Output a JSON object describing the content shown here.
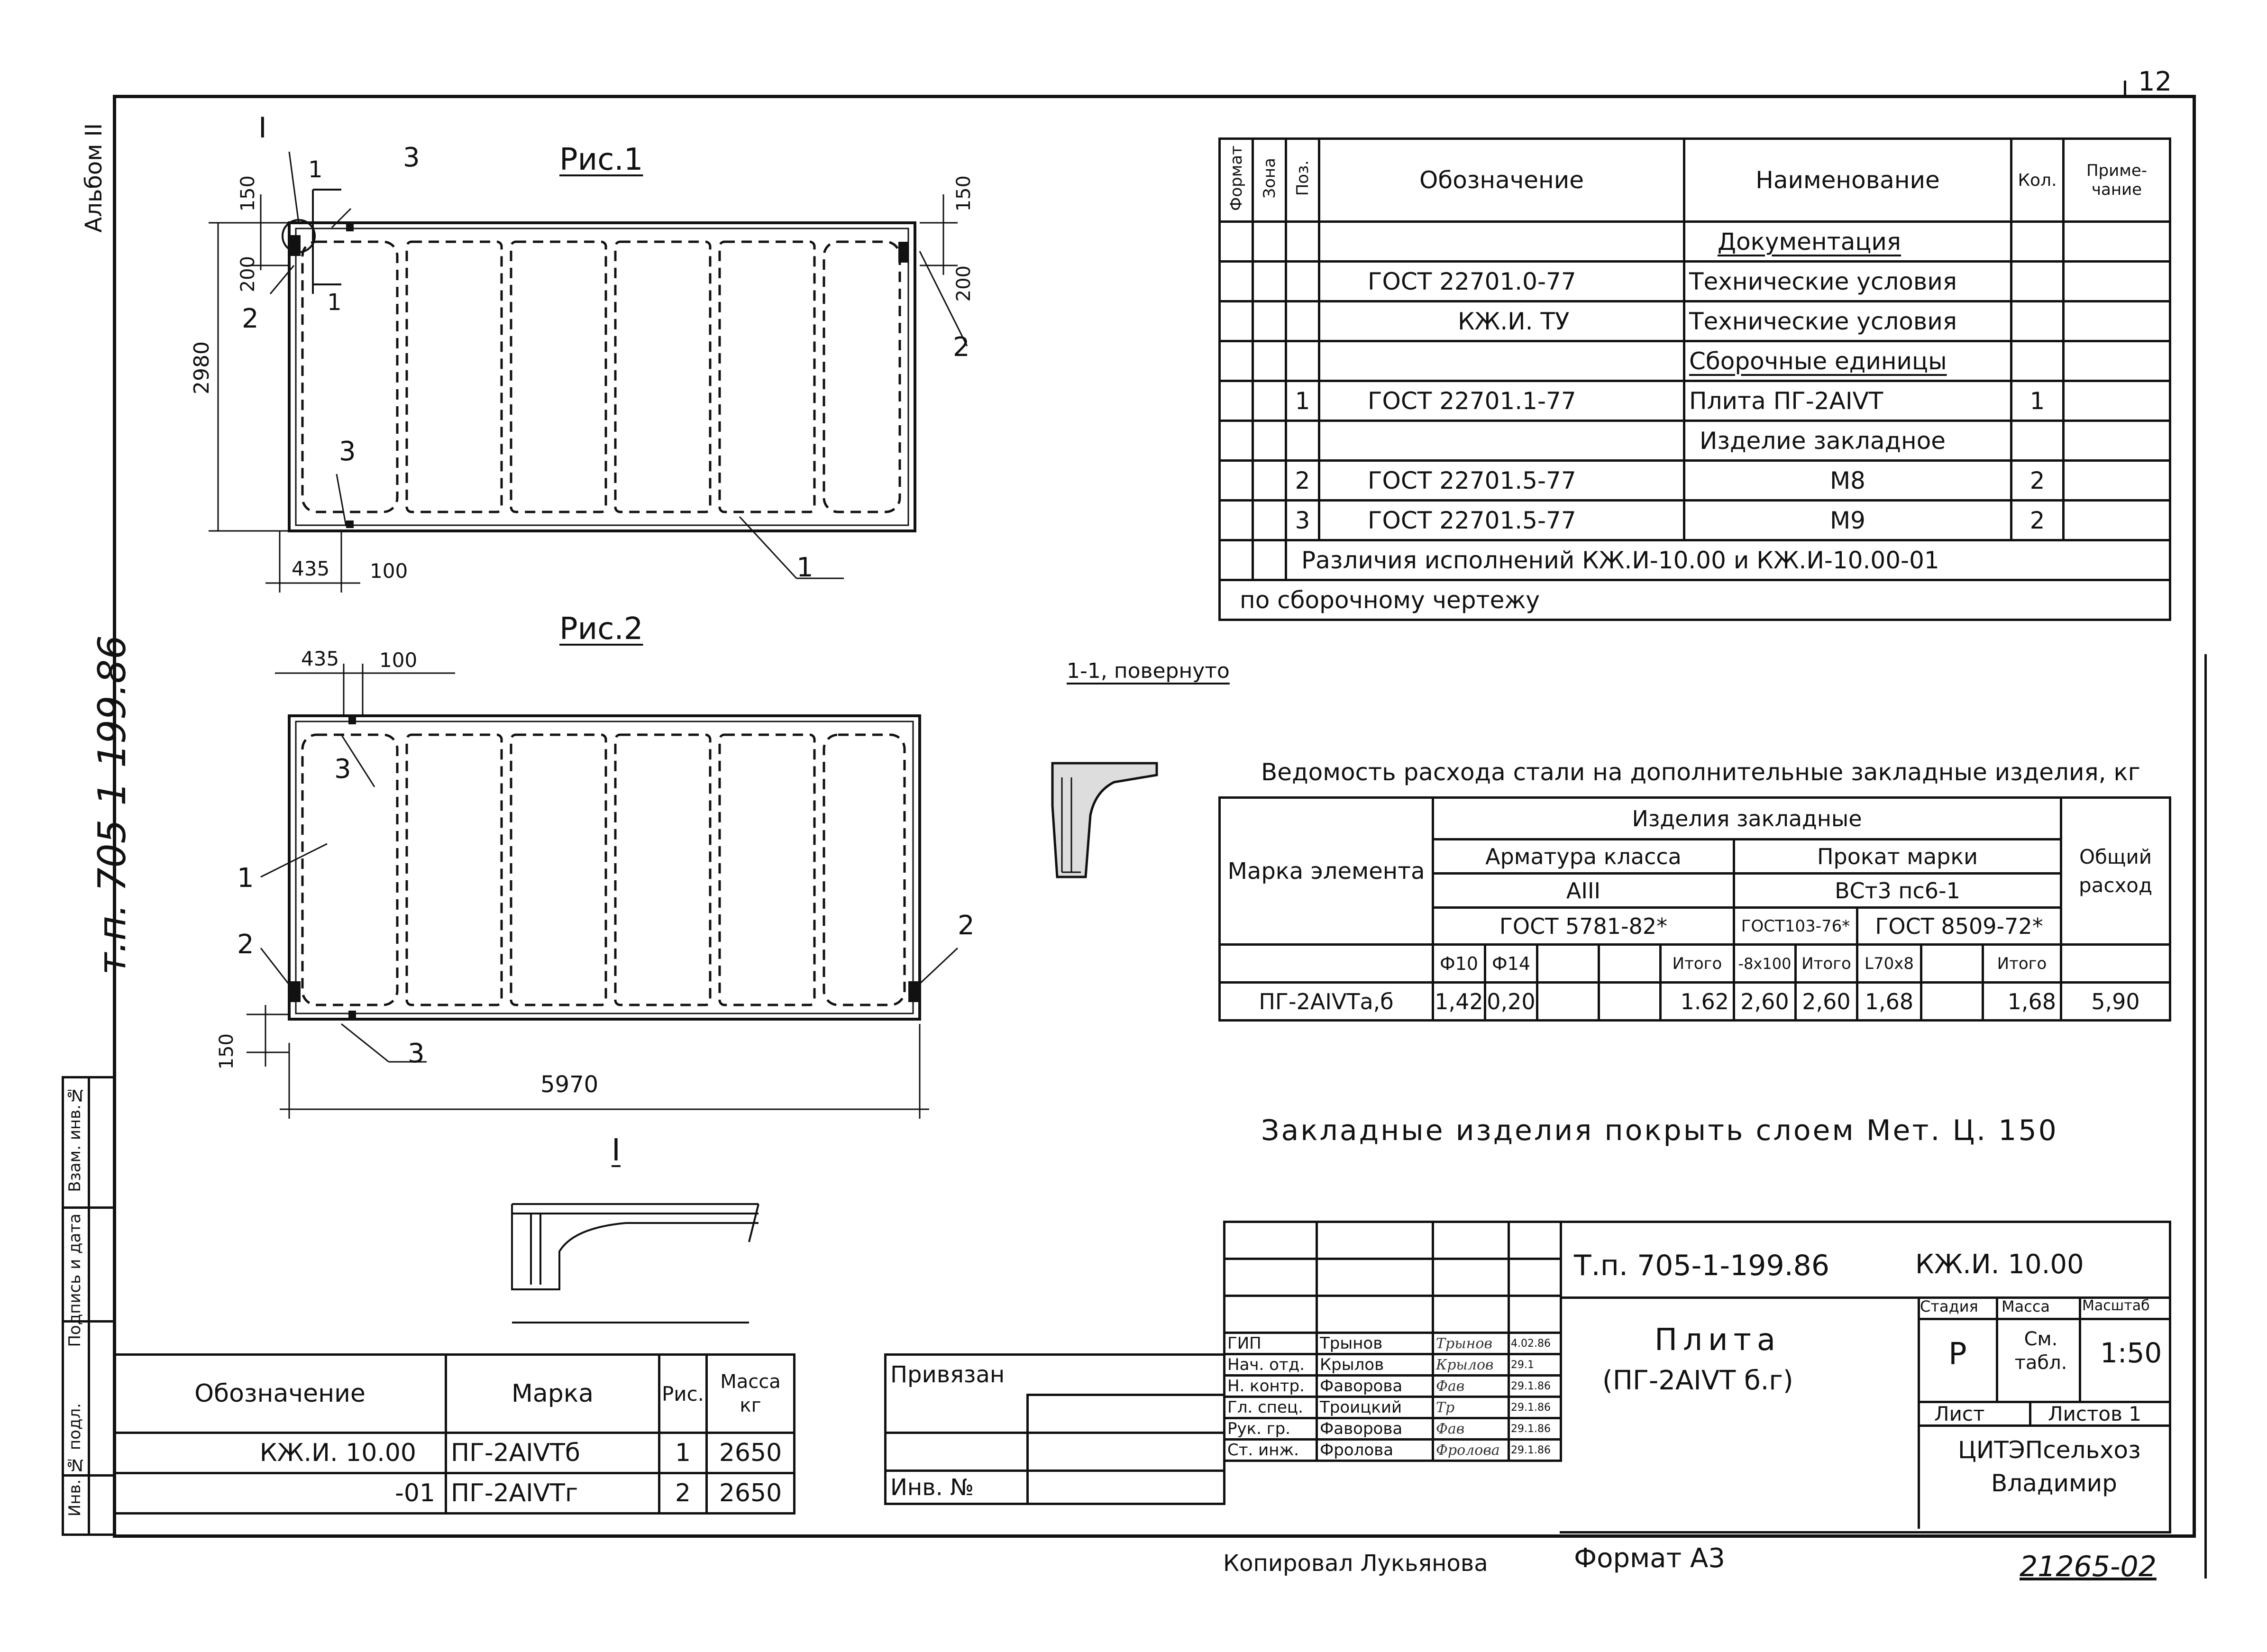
{
  "sheet": {
    "page_number": "12",
    "album_label": "Альбом II",
    "side_code": "т.п. 705-1-199.86",
    "copied_by": "Копировал Лукьянова",
    "format": "Формат А3",
    "stamp_number": "21265-02"
  },
  "figures": {
    "fig1_title": "Рис.1",
    "fig2_title": "Рис.2",
    "section_title": "1-1, повернуто",
    "detail_title": "I",
    "fig1_dims": {
      "d150": "150",
      "d200": "200",
      "d2980": "2980",
      "d435": "435",
      "d100": "100",
      "d150r": "150",
      "d200r": "200"
    },
    "fig1_marks": {
      "callout_I": "I",
      "cut_1a": "1",
      "cut_1b": "1",
      "pos3a": "3",
      "pos2a": "2",
      "pos2b": "2",
      "pos3b": "3",
      "pos1": "1"
    },
    "fig2_dims": {
      "d435": "435",
      "d100": "100",
      "d150": "150",
      "d5970": "5970"
    },
    "fig2_marks": {
      "pos3a": "3",
      "pos1": "1",
      "pos2a": "2",
      "pos2b": "2",
      "pos3b": "3"
    }
  },
  "spec_table": {
    "headers": {
      "format": "Формат",
      "zone": "Зона",
      "pos": "Поз.",
      "designation": "Обозначение",
      "name": "Наименование",
      "qty": "Кол.",
      "note": "Приме-чание"
    },
    "rows": [
      {
        "pos": "",
        "designation": "",
        "name": "Документация",
        "qty": ""
      },
      {
        "pos": "",
        "designation": "ГОСТ 22701.0-77",
        "name": "Технические условия",
        "qty": ""
      },
      {
        "pos": "",
        "designation": "КЖ.И. ТУ",
        "name": "Технические условия",
        "qty": ""
      },
      {
        "pos": "",
        "designation": "",
        "name": "Сборочные единицы",
        "qty": ""
      },
      {
        "pos": "1",
        "designation": "ГОСТ 22701.1-77",
        "name": "Плита ПГ-2АIVТ",
        "qty": "1"
      },
      {
        "pos": "",
        "designation": "",
        "name": "Изделие закладное",
        "qty": ""
      },
      {
        "pos": "2",
        "designation": "ГОСТ 22701.5-77",
        "name": "М8",
        "qty": "2"
      },
      {
        "pos": "3",
        "designation": "ГОСТ 22701.5-77",
        "name": "М9",
        "qty": "2"
      }
    ],
    "footer1": "Различия исполнений КЖ.И-10.00 и КЖ.И-10.00-01",
    "footer2": "по сборочному чертежу"
  },
  "steel_table": {
    "title": "Ведомость расхода стали на дополнительные закладные изделия, кг",
    "h_element": "Марка элемента",
    "h_embedded": "Изделия закладные",
    "h_rebar": "Арматура класса",
    "h_rebar_class": "AIII",
    "h_rebar_gost": "ГОСТ 5781-82*",
    "h_rolled": "Прокат марки",
    "h_rolled_grade": "ВСт3 пс6-1",
    "h_gost103": "ГОСТ103-76*",
    "h_gost8509": "ГОСТ 8509-72*",
    "h_total": "Общий расход",
    "sub": {
      "f10": "Ф10",
      "f14": "Ф14",
      "e1": "",
      "e2": "",
      "itogo1": "Итого",
      "s8x100": "-8х100",
      "itogo2": "Итого",
      "l70x8": "L70х8",
      "e3": "",
      "itogo3": "Итого"
    },
    "row": {
      "mark": "ПГ-2АIVТа,б",
      "f10": "1,42",
      "f14": "0,20",
      "e1": "",
      "e2": "",
      "itogo1": "1.62",
      "s8x100": "2,60",
      "itogo2": "2,60",
      "l70x8": "1,68",
      "e3": "",
      "itogo3": "1,68",
      "total": "5,90"
    }
  },
  "note": "Закладные изделия покрыть слоем Мет. Ц. 150",
  "marks_table": {
    "headers": {
      "designation": "Обозначение",
      "mark": "Марка",
      "fig": "Рис.",
      "mass": "Масса кг"
    },
    "rows": [
      {
        "designation": "КЖ.И. 10.00",
        "mark": "ПГ-2АIVТб",
        "fig": "1",
        "mass": "2650"
      },
      {
        "designation": "-01",
        "mark": "ПГ-2АIVТг",
        "fig": "2",
        "mass": "2650"
      }
    ]
  },
  "left_strip": {
    "inv_orig": "Инв. № подл.",
    "sign_date": "Подпись и дата",
    "inv_repl": "Взам. инв.№"
  },
  "binding": {
    "label": "Привязан",
    "inv_label": "Инв. №"
  },
  "title_block": {
    "code": "Т.п. 705-1-199.86",
    "doc": "КЖ.И. 10.00",
    "name_line1": "Плита",
    "name_line2": "(ПГ-2АIVТ б.г)",
    "h_stage": "Стадия",
    "h_mass": "Масса",
    "h_scale": "Масштаб",
    "stage": "Р",
    "mass": "См. табл.",
    "scale": "1:50",
    "sheet_label": "Лист",
    "sheets_label": "Листов 1",
    "org_line1": "ЦИТЭПсельхоз",
    "org_line2": "Владимир",
    "staff": [
      {
        "role": "ГИП",
        "name": "Трынов",
        "sig": "Трынов",
        "date": "4.02.86"
      },
      {
        "role": "Нач. отд.",
        "name": "Крылов",
        "sig": "Крылов",
        "date": "29.1"
      },
      {
        "role": "Н. контр.",
        "name": "Фаворова",
        "sig": "Фав",
        "date": "29.1.86"
      },
      {
        "role": "Гл. спец.",
        "name": "Троицкий",
        "sig": "Тр",
        "date": "29.1.86"
      },
      {
        "role": "Рук. гр.",
        "name": "Фаворова",
        "sig": "Фав",
        "date": "29.1.86"
      },
      {
        "role": "Ст. инж.",
        "name": "Фролова",
        "sig": "Фролова",
        "date": "29.1.86"
      }
    ]
  }
}
